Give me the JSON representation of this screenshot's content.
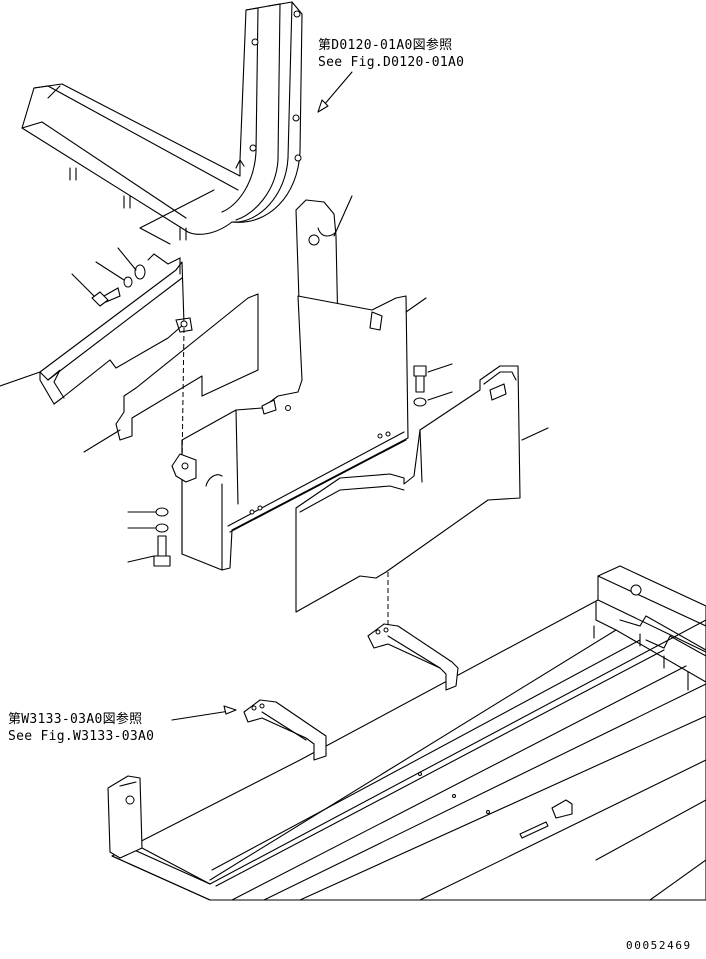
{
  "references": {
    "top": {
      "jp": "第D0120-01A0図参照",
      "en": "See Fig.D0120-01A0"
    },
    "middle": {
      "jp": "第W3133-03A0図参照",
      "en": "See Fig.W3133-03A0"
    }
  },
  "drawing_number": "00052469"
}
